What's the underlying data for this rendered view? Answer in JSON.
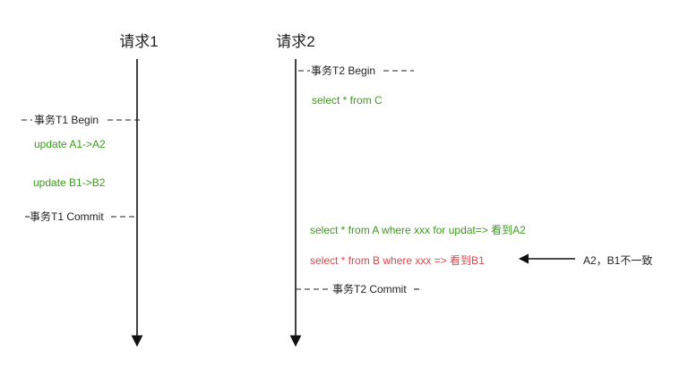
{
  "lanes": {
    "left": {
      "title": "请求1"
    },
    "right": {
      "title": "请求2"
    }
  },
  "left_events": {
    "t1_begin": "事务T1 Begin",
    "update_a": "update A1->A2",
    "update_b": "update B1->B2",
    "t1_commit": "事务T1 Commit"
  },
  "right_events": {
    "t2_begin": "事务T2 Begin",
    "select_c": "select * from C",
    "select_a": "select * from A where xxx for updat=> 看到A2",
    "select_b": "select * from B where xxx => 看到B1",
    "t2_commit": "事务T2 Commit"
  },
  "annotation": {
    "text": "A2，B1不一致"
  },
  "colors": {
    "sql": "#3d9a1e",
    "highlight": "#e0454a"
  }
}
